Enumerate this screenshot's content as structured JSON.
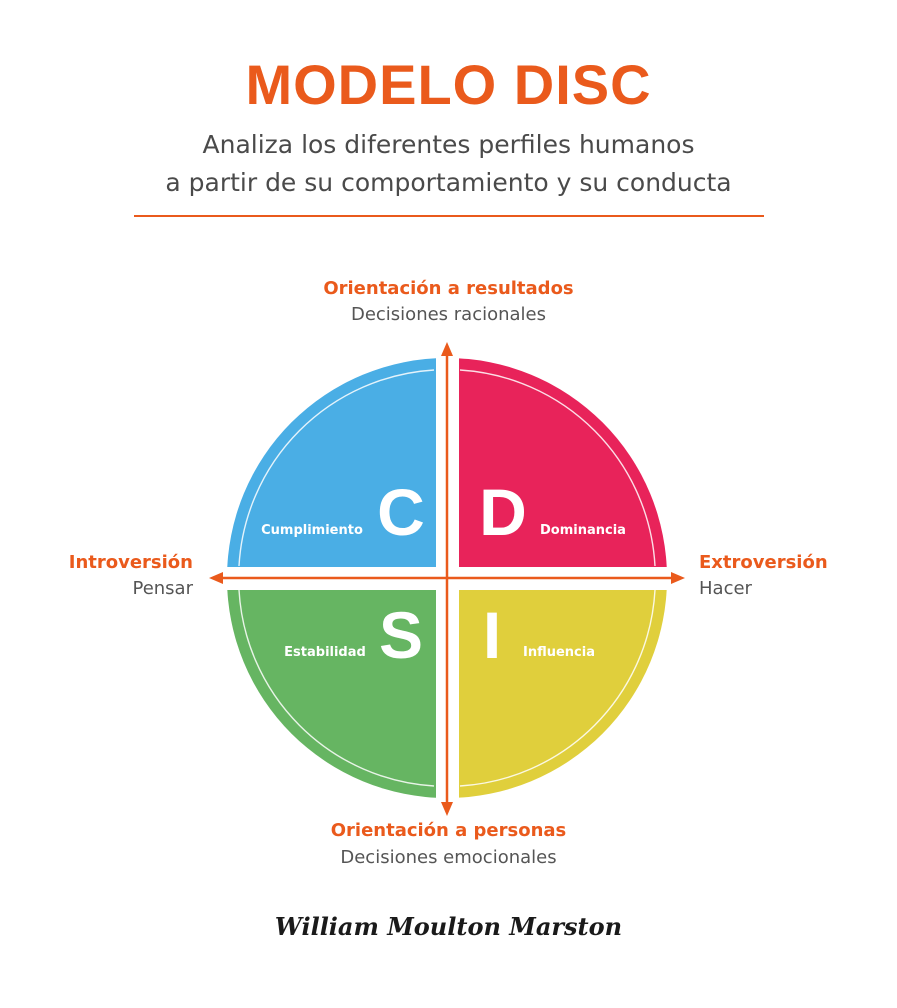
{
  "title": "MODELO DISC",
  "subtitle_line1": "Analiza los diferentes perfiles humanos",
  "subtitle_line2": "a partir de su comportamiento y su conducta",
  "axes": {
    "top": {
      "title": "Orientación a resultados",
      "sub": "Decisiones racionales"
    },
    "bottom": {
      "title": "Orientación a personas",
      "sub": "Decisiones emocionales"
    },
    "left": {
      "title": "Introversión",
      "sub": "Pensar"
    },
    "right": {
      "title": "Extroversión",
      "sub": "Hacer"
    }
  },
  "quadrants": {
    "c": {
      "letter": "C",
      "name": "Cumplimiento",
      "color": "#4aaee5"
    },
    "d": {
      "letter": "D",
      "name": "Dominancia",
      "color": "#e8235a"
    },
    "s": {
      "letter": "S",
      "name": "Estabilidad",
      "color": "#66b562"
    },
    "i": {
      "letter": "I",
      "name": "Influencia",
      "color": "#e0cf3c"
    }
  },
  "accent_color": "#ea5a1c",
  "author": "William Moulton Marston"
}
